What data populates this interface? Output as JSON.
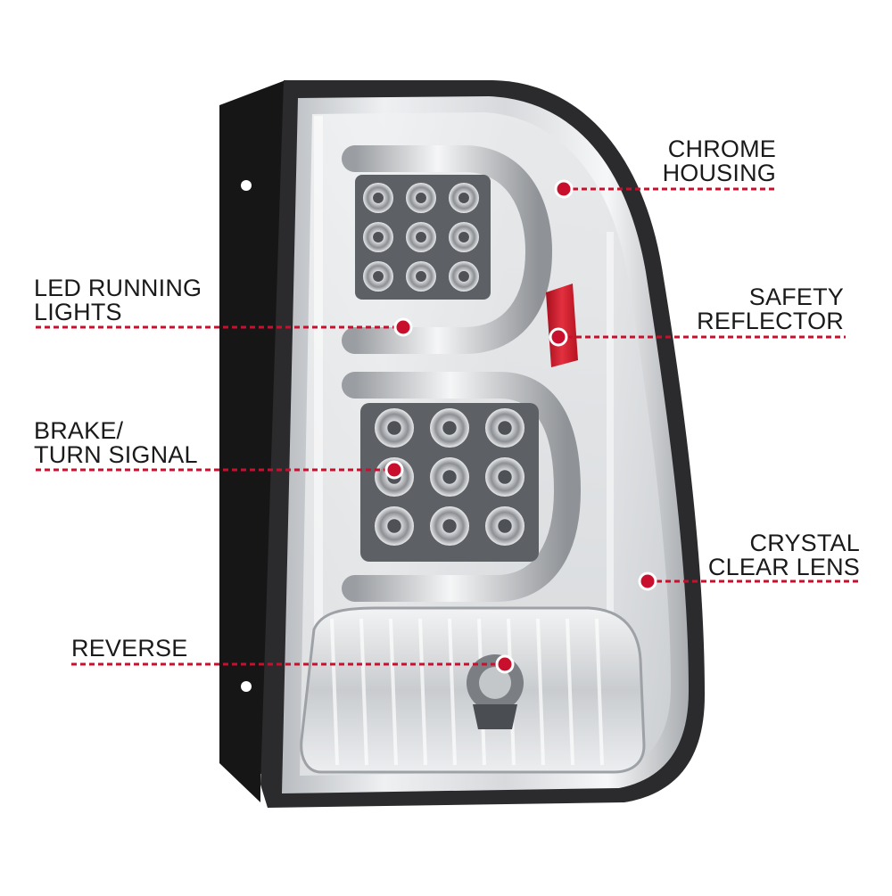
{
  "colors": {
    "accent_red": "#c8102e",
    "text": "#1a1a1a",
    "chrome_dark": "#3c3c3c",
    "bracket": "#141414",
    "reflector_red": "#d41f2e"
  },
  "callouts": {
    "chrome_housing": {
      "line1": "CHROME",
      "line2": "HOUSING"
    },
    "led_running": {
      "line1": "LED RUNNING",
      "line2": "LIGHTS"
    },
    "safety_reflector": {
      "line1": "SAFETY",
      "line2": "REFLECTOR"
    },
    "brake_turn": {
      "line1": "BRAKE/",
      "line2": "TURN SIGNAL"
    },
    "crystal_lens": {
      "line1": "CRYSTAL",
      "line2": "CLEAR LENS"
    },
    "reverse": {
      "line1": "REVERSE"
    }
  },
  "icons": [
    "callout-marker-icon",
    "led-bulb-icon",
    "mount-hole-icon"
  ]
}
